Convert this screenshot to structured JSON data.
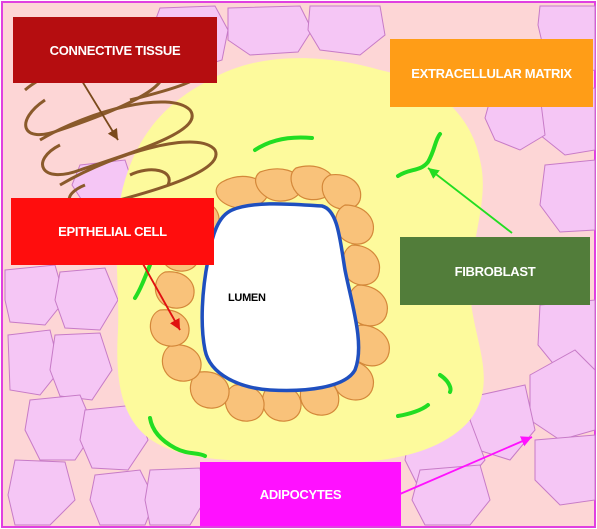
{
  "labels": {
    "connective_tissue": "CONNECTIVE TISSUE",
    "extracellular_matrix": "EXTRACELLULAR MATRIX",
    "epithelial_cell": "EPITHELIAL CELL",
    "fibroblast": "FIBROBLAST",
    "adipocytes": "ADIPOCYTES",
    "lumen": "LUMEN"
  },
  "colors": {
    "background_tissue": "#fdd6d6",
    "frame": "#e040e0",
    "extracellular_matrix": "#fdfa9c",
    "adipocyte_fill": "#f5c6f5",
    "adipocyte_stroke": "#c77bc7",
    "epithelial_fill": "#f9c27a",
    "epithelial_stroke": "#d4883a",
    "lumen_fill": "#ffffff",
    "lumen_stroke": "#1f4fbf",
    "connective_fiber": "#8a5a2b",
    "fibroblast": "#22dd22",
    "box_connective": "#b50d10",
    "box_extracellular": "#ff9d17",
    "box_epithelial": "#ff0d0d",
    "box_fibroblast": "#527d3a",
    "box_adipocytes": "#ff11ff",
    "label_text": "#ffffff",
    "arrow_connective": "#7a4a1c",
    "arrow_epithelial": "#e01010",
    "arrow_fibroblast": "#22dd22",
    "arrow_adipocytes": "#ff11ff"
  }
}
